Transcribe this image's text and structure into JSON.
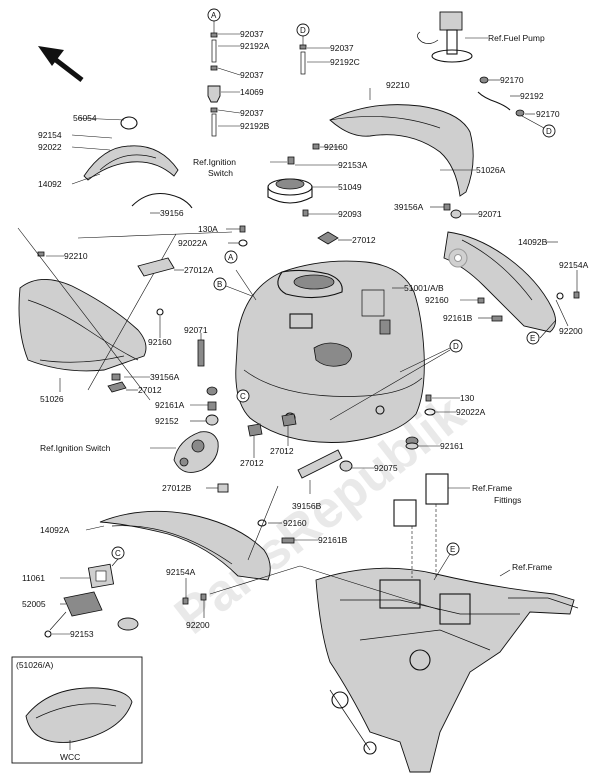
{
  "watermark": "PartsRepublik",
  "labels": {
    "l92037a": "92037",
    "l92192a": "92192A",
    "l92037b": "92037",
    "l14069": "14069",
    "l92037c": "92037",
    "l92192b": "92192B",
    "l92037d": "92037",
    "l92192c": "92192C",
    "l56054": "56054",
    "l92154": "92154",
    "l92022": "92022",
    "l14092": "14092",
    "l39156": "39156",
    "l92210a": "92210",
    "l130a": "130A",
    "l92022a_1": "92022A",
    "l27012a": "27012A",
    "l92160a": "92160",
    "l92071a": "92071",
    "l39156a": "39156A",
    "l27012_1": "27012",
    "l51026": "51026",
    "l92161a_1": "92161A",
    "l92152": "92152",
    "l27012_2": "27012",
    "l27012_3": "27012",
    "l27012b": "27012B",
    "l14092a": "14092A",
    "l11061": "11061",
    "l52005": "52005",
    "l92153": "92153",
    "l92154a_1": "92154A",
    "l92200_1": "92200",
    "l92160_2": "92160",
    "l92161b_1": "92161B",
    "l39156b": "39156B",
    "l92075": "92075",
    "l92161": "92161",
    "l130": "130",
    "l92022a_2": "92022A",
    "l92210b": "92210",
    "l92160b": "92160",
    "l92153a": "92153A",
    "l51049": "51049",
    "l92093": "92093",
    "l39156a_2": "39156A",
    "l92071b": "92071",
    "l27012_4": "27012",
    "l51001": "51001/A/B",
    "l51026a": "51026A",
    "l14092b": "14092B",
    "l92154a_2": "92154A",
    "l92160c": "92160",
    "l92161b_2": "92161B",
    "l92200_2": "92200",
    "l92170a": "92170",
    "l92192": "92192",
    "l92170b": "92170",
    "l51026a_paren": "(51026/A)",
    "lwcc": "WCC"
  },
  "refs": {
    "fuel_pump": "Ref.Fuel Pump",
    "ign_switch_1": "Ref.Ignition",
    "ign_switch_2": "Switch",
    "ign_switch_3": "Ref.Ignition Switch",
    "frame_fittings_1": "Ref.Frame",
    "frame_fittings_2": "Fittings",
    "frame": "Ref.Frame"
  },
  "callouts": {
    "a": "A",
    "b": "B",
    "c": "C",
    "d": "D",
    "e": "E"
  }
}
